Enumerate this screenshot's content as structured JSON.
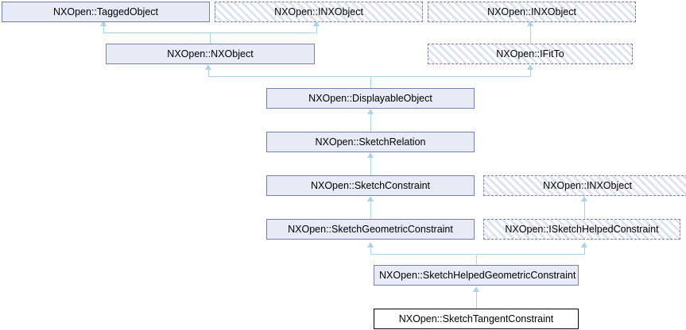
{
  "diagram": {
    "title": "NXOpen::SketchTangentConstraint inheritance diagram",
    "colors": {
      "solid_fill": "#e8eaf6",
      "solid_border": "#757fb5",
      "current_fill": "#ffffff",
      "current_border": "#000000",
      "interface_border": "#757fb5",
      "interface_hatch": "#dfe3f0",
      "edge": "#a8d4e6",
      "background": "#ffffff",
      "text": "#000000"
    },
    "nodes": [
      {
        "id": "tagged-object",
        "label": "NXOpen::TaggedObject",
        "kind": "solid"
      },
      {
        "id": "inxobject-top-mid",
        "label": "NXOpen::INXObject",
        "kind": "interface"
      },
      {
        "id": "inxobject-top-right",
        "label": "NXOpen::INXObject",
        "kind": "interface"
      },
      {
        "id": "nxobject",
        "label": "NXOpen::NXObject",
        "kind": "solid"
      },
      {
        "id": "ifitto",
        "label": "NXOpen::IFitTo",
        "kind": "interface"
      },
      {
        "id": "displayable-object",
        "label": "NXOpen::DisplayableObject",
        "kind": "solid"
      },
      {
        "id": "sketch-relation",
        "label": "NXOpen::SketchRelation",
        "kind": "solid"
      },
      {
        "id": "sketch-constraint",
        "label": "NXOpen::SketchConstraint",
        "kind": "solid"
      },
      {
        "id": "inxobject-mid-right",
        "label": "NXOpen::INXObject",
        "kind": "interface"
      },
      {
        "id": "sketch-geometric-constraint",
        "label": "NXOpen::SketchGeometricConstraint",
        "kind": "solid"
      },
      {
        "id": "isketch-helped-constraint",
        "label": "NXOpen::ISketchHelpedConstraint",
        "kind": "interface"
      },
      {
        "id": "sketch-helped-geometric-constraint",
        "label": "NXOpen::SketchHelpedGeometricConstraint",
        "kind": "solid"
      },
      {
        "id": "sketch-tangent-constraint",
        "label": "NXOpen::SketchTangentConstraint",
        "kind": "current"
      }
    ],
    "edges": [
      {
        "from": "nxobject",
        "to": "tagged-object"
      },
      {
        "from": "nxobject",
        "to": "inxobject-top-mid"
      },
      {
        "from": "displayable-object",
        "to": "nxobject"
      },
      {
        "from": "displayable-object",
        "to": "ifitto"
      },
      {
        "from": "ifitto",
        "to": "inxobject-top-right"
      },
      {
        "from": "sketch-relation",
        "to": "displayable-object"
      },
      {
        "from": "sketch-constraint",
        "to": "sketch-relation"
      },
      {
        "from": "sketch-geometric-constraint",
        "to": "sketch-constraint"
      },
      {
        "from": "isketch-helped-constraint",
        "to": "inxobject-mid-right"
      },
      {
        "from": "sketch-helped-geometric-constraint",
        "to": "sketch-geometric-constraint"
      },
      {
        "from": "sketch-helped-geometric-constraint",
        "to": "isketch-helped-constraint"
      },
      {
        "from": "sketch-tangent-constraint",
        "to": "sketch-helped-geometric-constraint"
      }
    ]
  }
}
